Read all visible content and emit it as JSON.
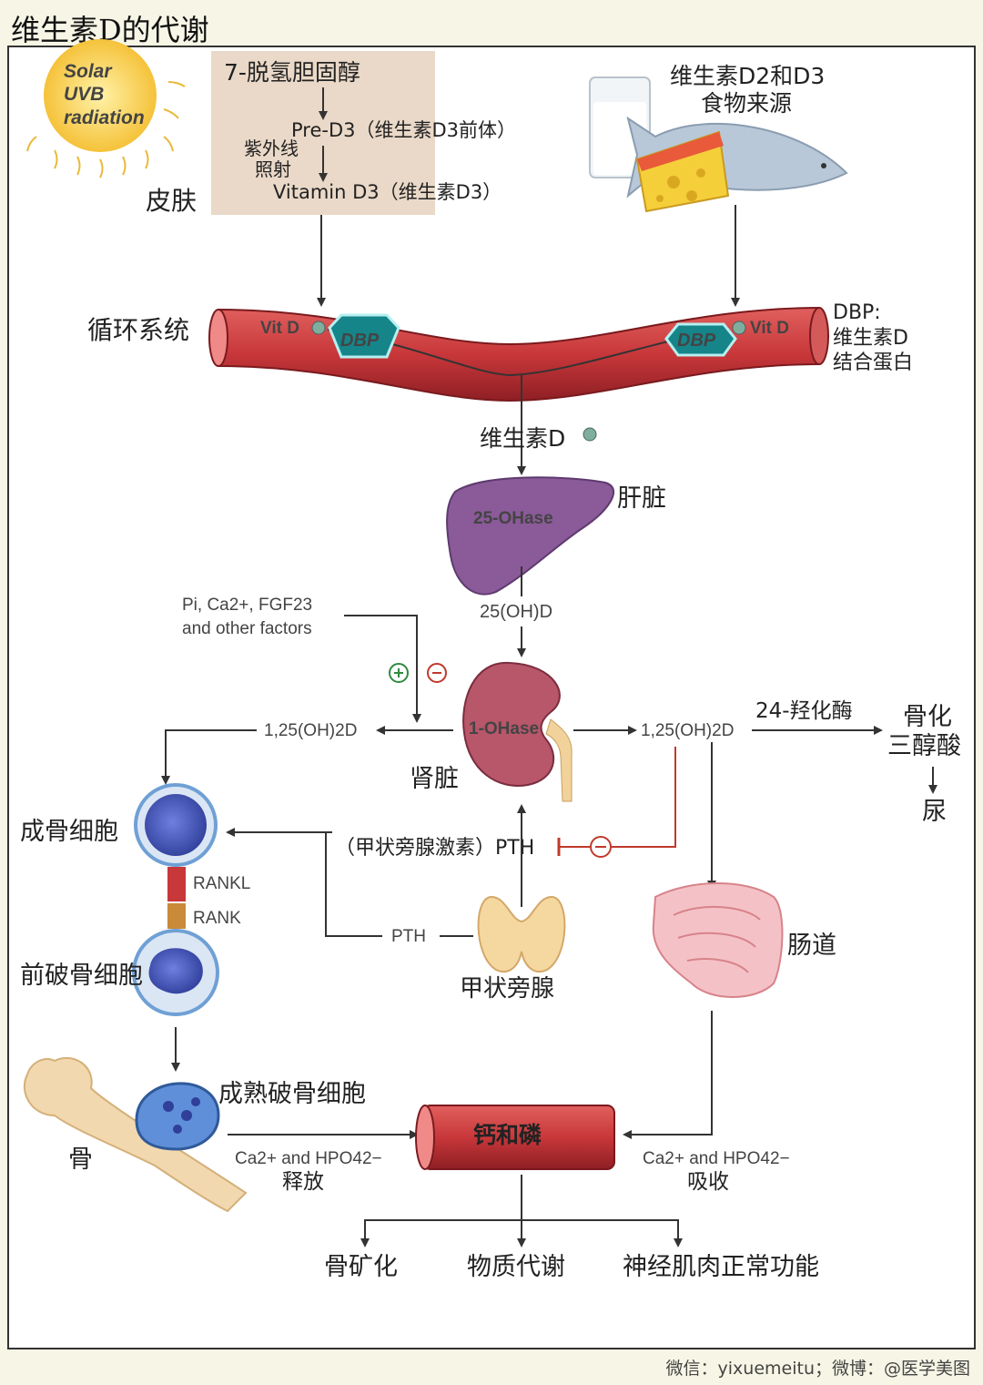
{
  "title": "维生素D的代谢",
  "credit": "微信：yixuemeitu；微博：@医学美图",
  "colors": {
    "vessel": "#c8373a",
    "liver": "#8a5a99",
    "kidney": "#b8566a",
    "cell": "#4a5fc0",
    "skin_box": "#ead9c8",
    "sun": "#f5c23a",
    "inhibit": "#c0392b",
    "plus": "#2e8b3e"
  },
  "skin": {
    "sun_text": [
      "Solar",
      "UVB",
      "radiation"
    ],
    "label": "皮肤",
    "precursor": "7-脱氢胆固醇",
    "pre_d3": "Pre-D3（维生素D3前体）",
    "uv_lines": [
      "紫外线",
      "照射"
    ],
    "vitamin_d3": "Vitamin D3（维生素D3）"
  },
  "food": {
    "lines": [
      "维生素D2和D3",
      "食物来源"
    ]
  },
  "circulation": {
    "label": "循环系统",
    "vit_d_left": "Vit D",
    "dbp_left": "DBP",
    "dbp_right": "DBP",
    "vit_d_right": "Vit D",
    "dbp_note": [
      "DBP:",
      "维生素D",
      "结合蛋白"
    ]
  },
  "vitamin_d": "维生素D",
  "liver": {
    "enzyme": "25-OHase",
    "label": "肝脏",
    "product": "25(OH)D"
  },
  "factors": [
    "Pi, Ca2+, FGF23",
    "and other factors"
  ],
  "kidney": {
    "enzyme": "1-OHase",
    "label": "肾脏"
  },
  "calcitriol_left": "1,25(OH)2D",
  "calcitriol_right": "1,25(OH)2D",
  "hydroxylase_24": "24-羟化酶",
  "calcitroic": [
    "骨化",
    "三醇酸"
  ],
  "urine": "尿",
  "pth_hormone": "（甲状旁腺激素）PTH",
  "pth": "PTH",
  "thyroid": "甲状旁腺",
  "intestine": "肠道",
  "osteoblast": "成骨细胞",
  "rankl": "RANKL",
  "rank": "RANK",
  "preosteoclast": "前破骨细胞",
  "mature_osteoclast": "成熟破骨细胞",
  "bone": "骨",
  "release": {
    "formula": "Ca2+ and HPO42−",
    "label": "释放"
  },
  "absorb": {
    "formula": "Ca2+ and HPO42−",
    "label": "吸收"
  },
  "ca_p": "钙和磷",
  "outcomes": [
    "骨矿化",
    "物质代谢",
    "神经肌肉正常功能"
  ]
}
